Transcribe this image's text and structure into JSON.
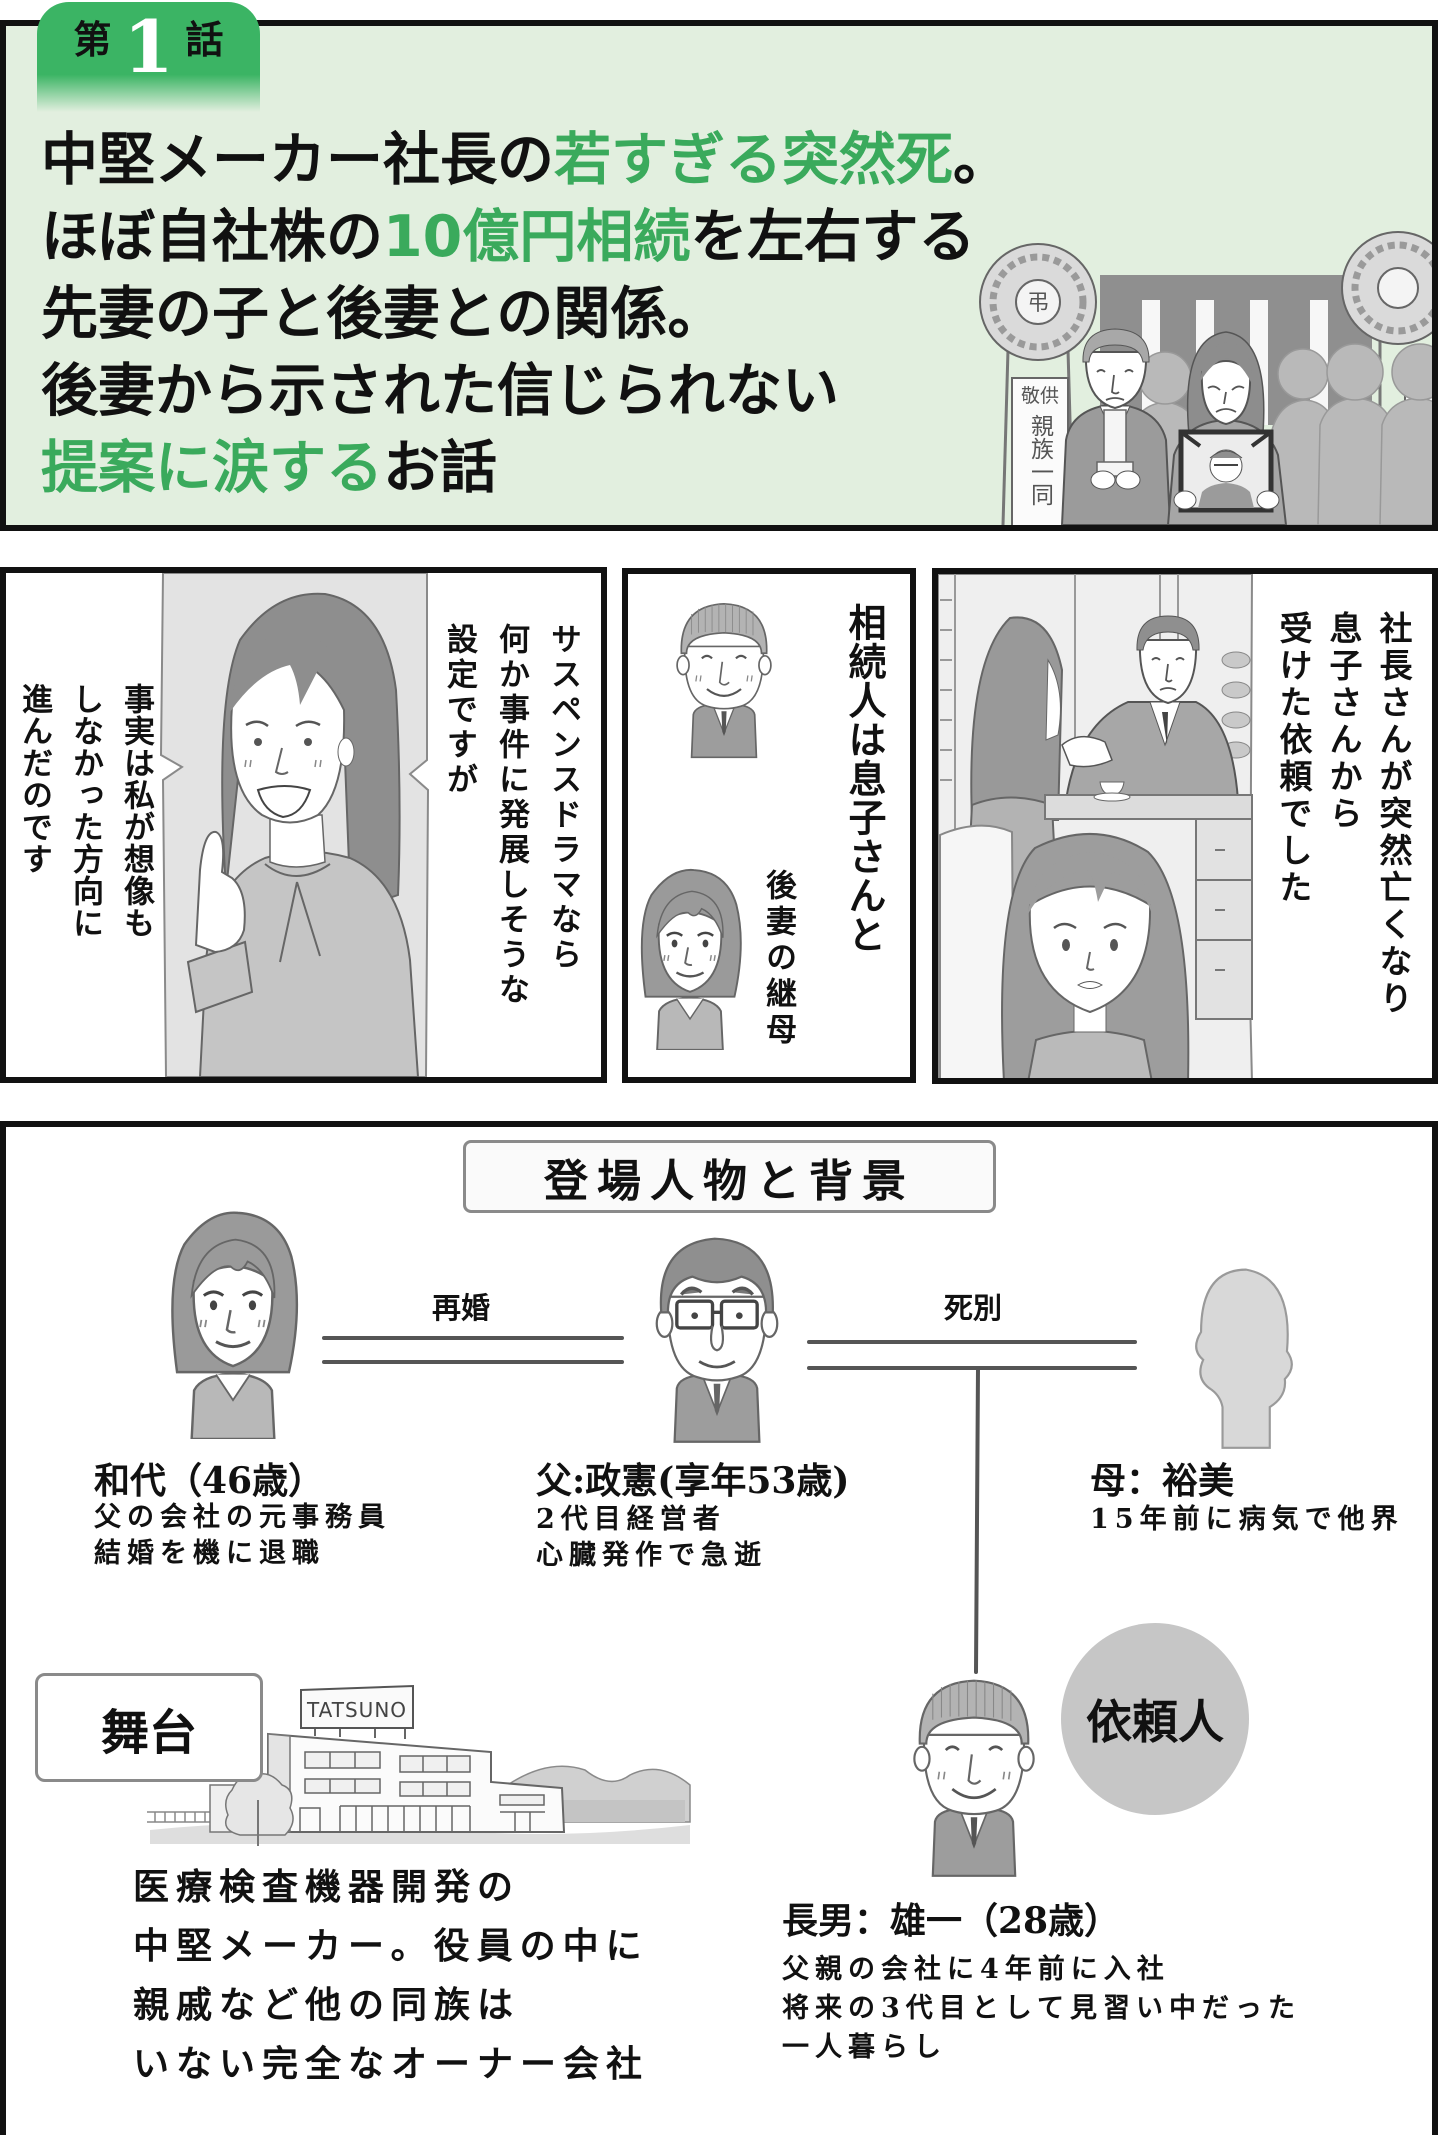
{
  "header": {
    "episode": {
      "prefix": "第",
      "number": "1",
      "suffix": "話"
    },
    "title_lines": [
      {
        "segments": [
          {
            "text": "中堅メーカー社長の",
            "highlight": false
          },
          {
            "text": "若すぎる突然死",
            "highlight": true
          },
          {
            "text": "。",
            "highlight": false
          }
        ]
      },
      {
        "segments": [
          {
            "text": "ほぼ自社株の",
            "highlight": false
          },
          {
            "text": "10億円相続",
            "highlight": true
          },
          {
            "text": "を左右する",
            "highlight": false
          }
        ]
      },
      {
        "segments": [
          {
            "text": "先妻の子と後妻との関係。",
            "highlight": false
          }
        ]
      },
      {
        "segments": [
          {
            "text": "後妻から示された信じられない",
            "highlight": false
          }
        ]
      },
      {
        "segments": [
          {
            "text": "提案に涙する",
            "highlight": true
          },
          {
            "text": "お話",
            "highlight": false
          }
        ]
      }
    ],
    "illustration": {
      "wreath_mark": "弔",
      "sign_top": "敬供",
      "sign_body": "親族一同"
    }
  },
  "panels": [
    {
      "narration_right": [
        "サスペンスドラマなら",
        "何か事件に発展しそうな",
        "設定ですが"
      ],
      "narration_left": [
        "事実は私が想像も",
        "しなかった方向に",
        "進んだのです"
      ]
    },
    {
      "caption_main": "相続人は息子さんと",
      "caption_sub": "後妻の継母"
    },
    {
      "narration": [
        "社長さんが突然亡くなり",
        "息子さんから",
        "受けた依頼でした"
      ]
    }
  ],
  "cast_section": {
    "title": "登場人物と背景",
    "relations": {
      "remarriage": "再婚",
      "bereavement": "死別"
    },
    "characters": {
      "stepmother": {
        "name": "和代（46歳）",
        "details": [
          "父の会社の元事務員",
          "結婚を機に退職"
        ]
      },
      "father": {
        "name": "父:政憲(享年53歳)",
        "details": [
          "2代目経営者",
          "心臓発作で急逝"
        ]
      },
      "mother": {
        "name": "母：裕美",
        "details": [
          "15年前に病気で他界"
        ]
      },
      "son": {
        "name": "長男：雄一（28歳）",
        "details": [
          "父親の会社に4年前に入社",
          "将来の3代目として見習い中だった",
          "一人暮らし"
        ],
        "badge": "依頼人"
      }
    },
    "stage": {
      "label": "舞台",
      "building_sign": "TATSUNO",
      "description": [
        "医療検査機器開発の",
        "中堅メーカー。役員の中に",
        "親戚など他の同族は",
        "いない完全なオーナー会社"
      ]
    }
  },
  "colors": {
    "accent_green": "#3aaa5c",
    "tab_green": "#3bb464",
    "header_background": "#e2efdf",
    "panel_border": "#111111",
    "badge_gray": "#c6c6c6"
  }
}
